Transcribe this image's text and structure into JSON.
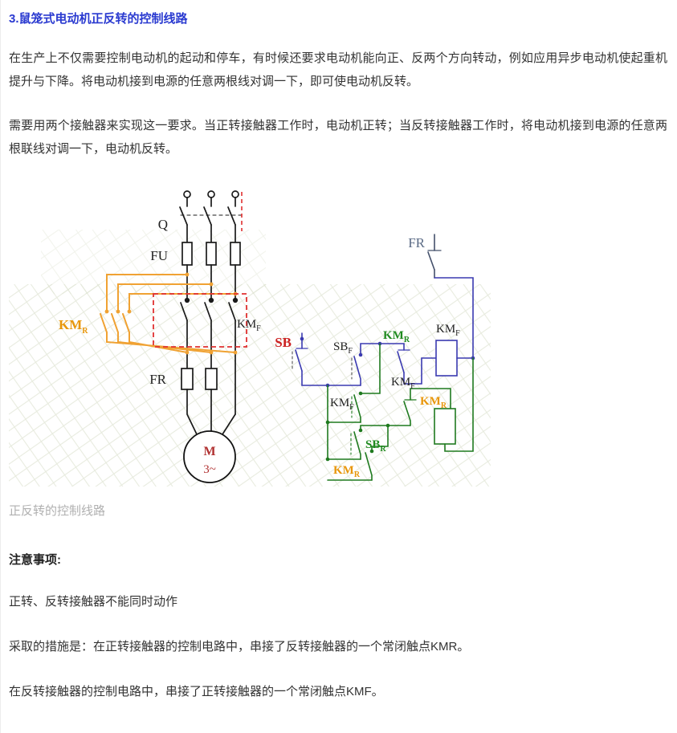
{
  "article": {
    "heading": "3.鼠笼式电动机正反转的控制线路",
    "paragraphs": [
      "在生产上不仅需要控制电动机的起动和停车，有时候还要求电动机能向正、反两个方向转动，例如应用异步电动机使起重机提升与下降。将电动机接到电源的任意两根线对调一下，即可使电动机反转。",
      "需要用两个接触器来实现这一要求。当正转接触器工作时，电动机正转；当反转接触器工作时，将电动机接到电源的任意两根联线对调一下，电动机反转。"
    ],
    "caption": "正反转的控制线路",
    "notes_heading": "注意事项:",
    "notes": [
      "正转、反转接触器不能同时动作",
      "采取的措施是：在正转接触器的控制电路中，串接了反转接触器的一个常闭触点KMR。",
      "在反转接触器的控制电路中，串接了正转接触器的一个常闭触点KMF。"
    ]
  },
  "diagram": {
    "labels": {
      "q": "Q",
      "fu": "FU",
      "fr": "FR",
      "km": "KM",
      "sb": "SB",
      "sub_r": "R",
      "sub_f": "F",
      "motor": "M",
      "motor_phases": "3~"
    },
    "colors": {
      "reverse_orange": "#e8960a",
      "forward_blue": "#3a3ab0",
      "reverse_green": "#1f7a1f",
      "stop_red": "#cc2222",
      "interlock_dashed_red": "#e03030"
    }
  }
}
